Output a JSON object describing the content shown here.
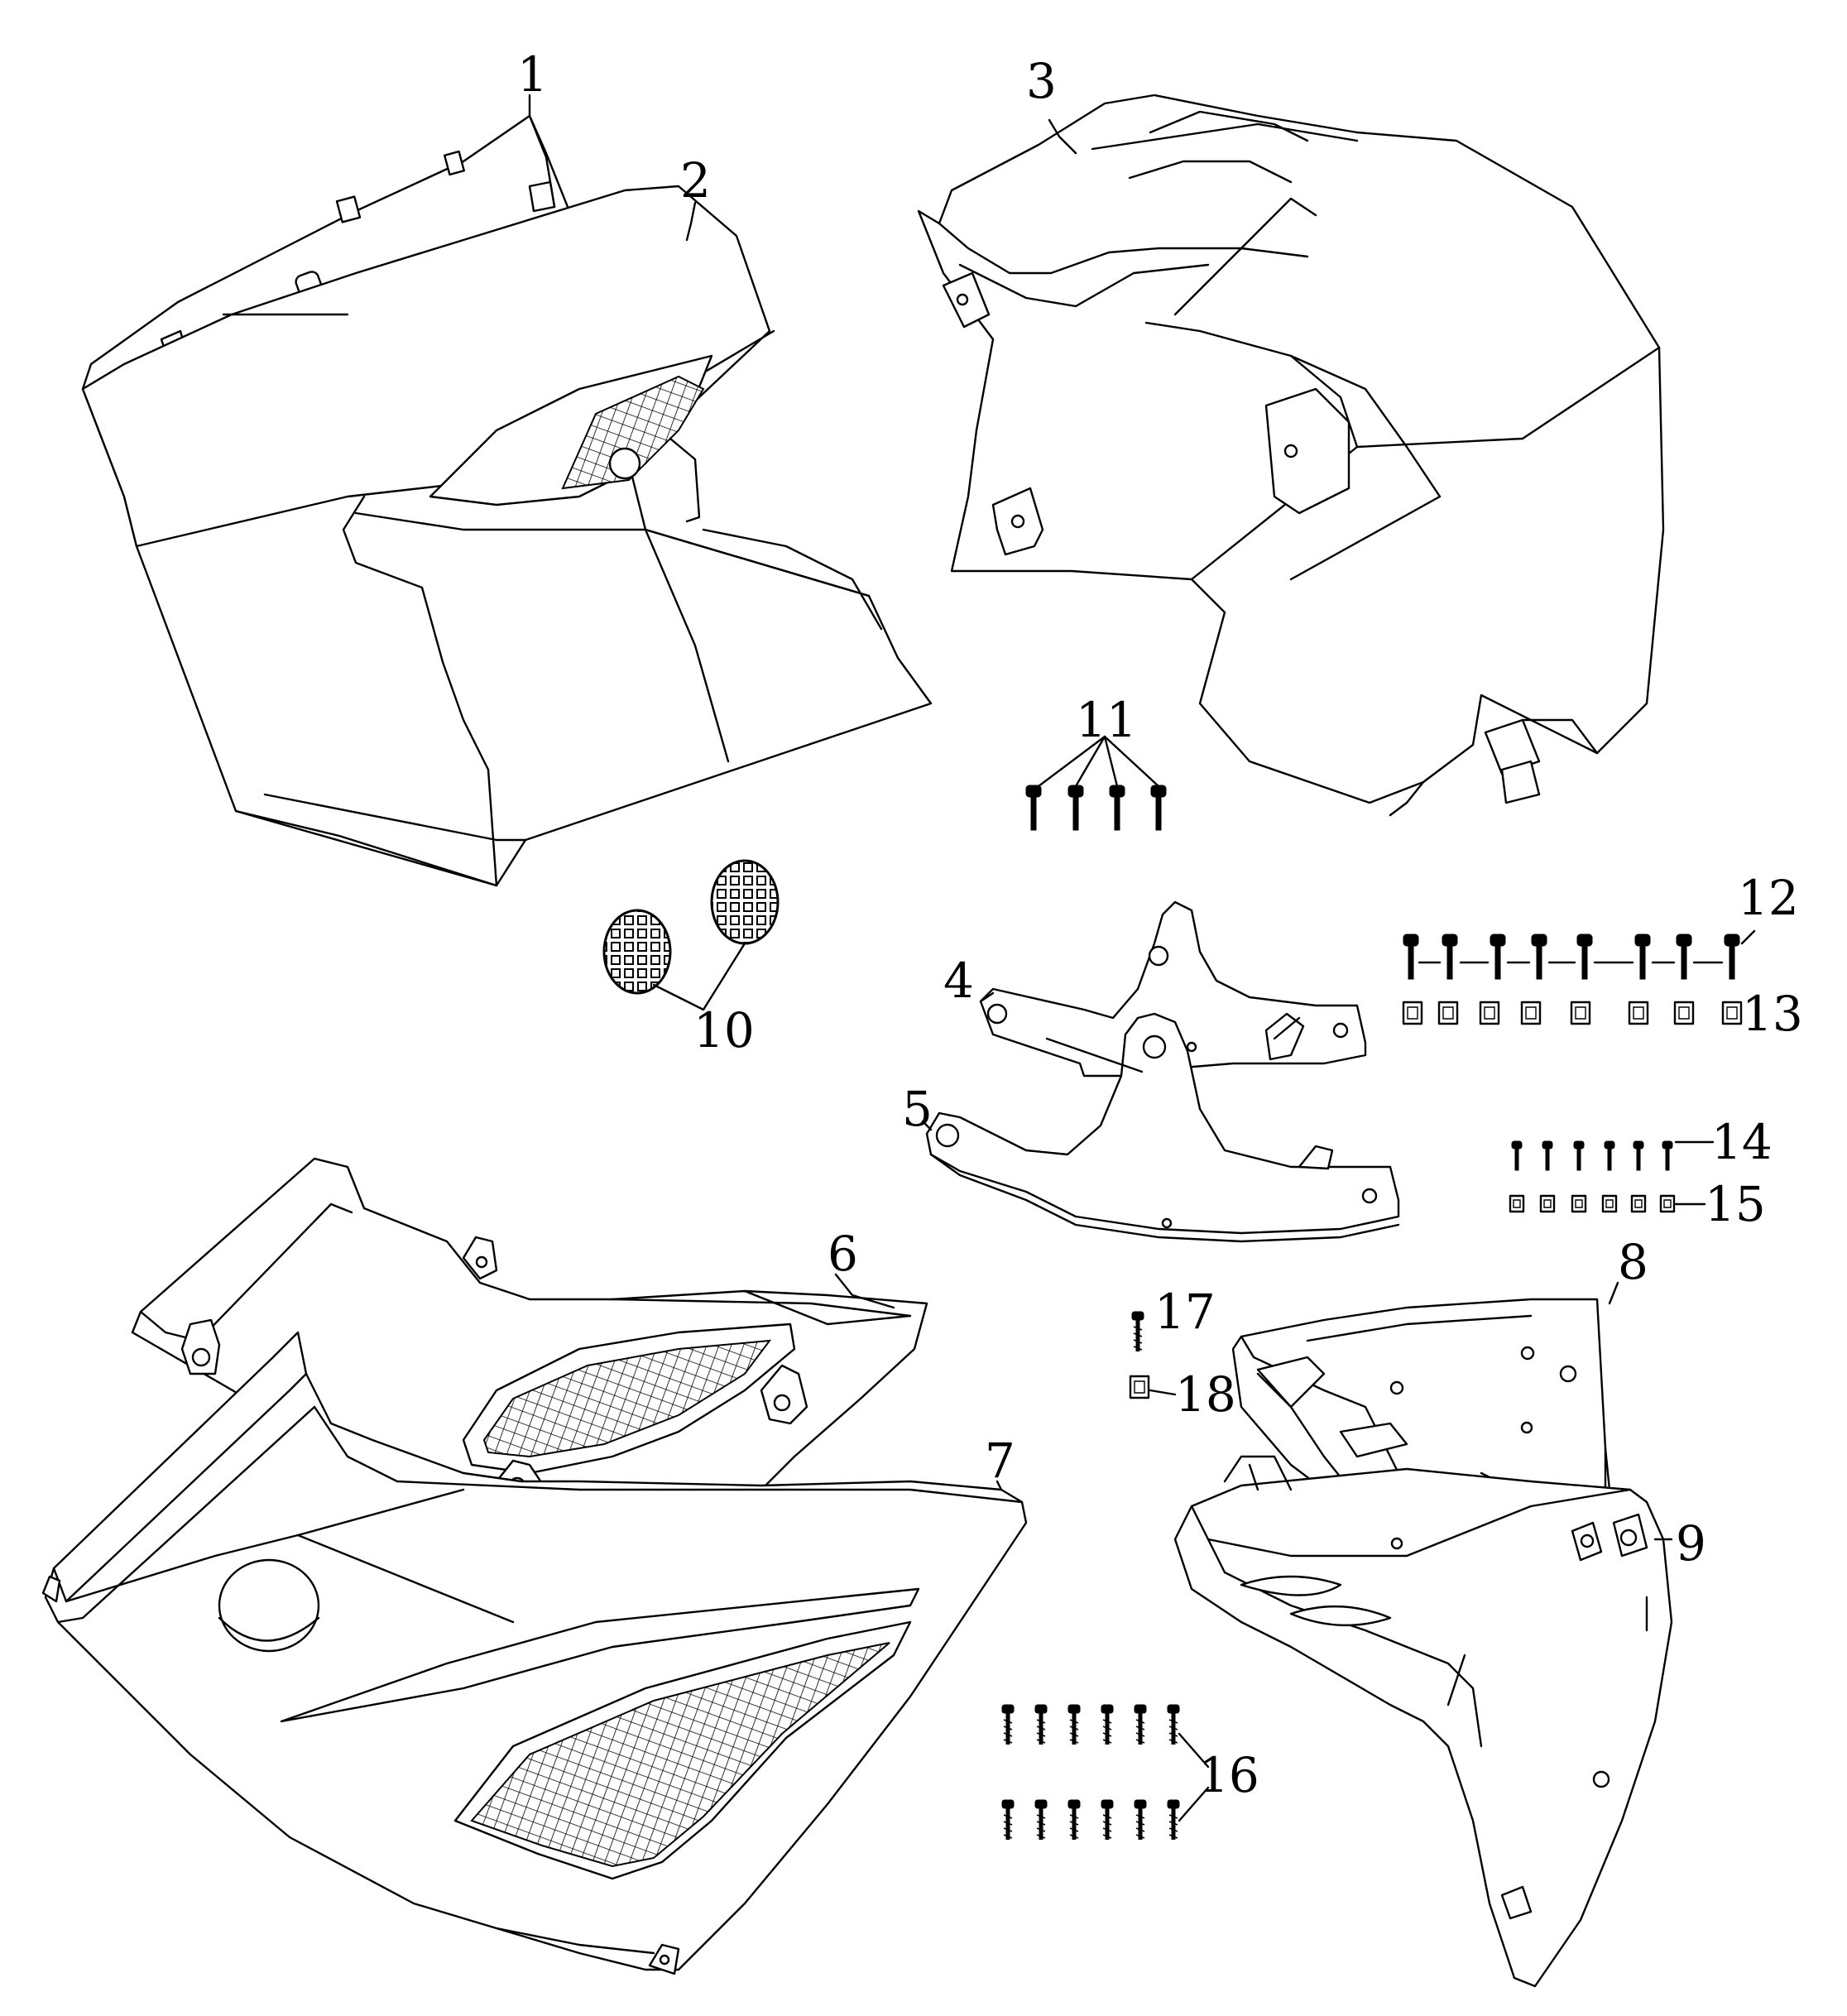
{
  "palette": {
    "ink": "#000000",
    "paper": "#ffffff"
  },
  "labels": [
    "1",
    "2",
    "3",
    "4",
    "5",
    "6",
    "7",
    "8",
    "9",
    "10",
    "11",
    "12",
    "13",
    "14",
    "15",
    "16",
    "17",
    "18"
  ]
}
